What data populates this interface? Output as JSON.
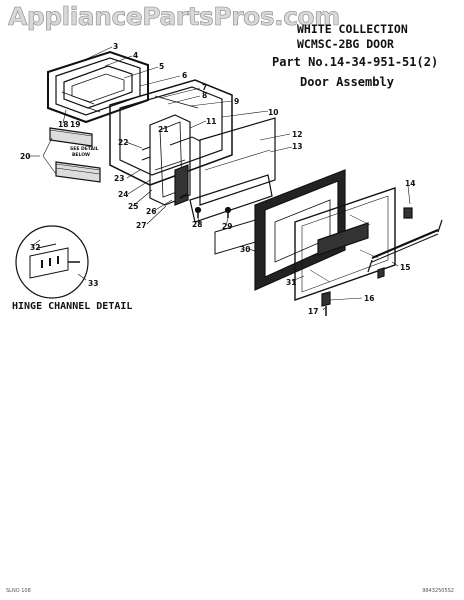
{
  "watermark": "AppliancePartsPros.com",
  "header": {
    "line1": "WHITE COLLECTION",
    "line2": "WCMSC-2BG DOOR",
    "line3": "Part No.14-34-951-51(2)",
    "line4": "Door Assembly"
  },
  "caption": "HINGE CHANNEL DETAIL",
  "detail_note": [
    "SEE DETAIL",
    "BELOW"
  ],
  "footer": "98432505S2",
  "footer_left": "SLNO 108",
  "callouts": [
    "3",
    "4",
    "5",
    "6",
    "7",
    "8",
    "9",
    "10",
    "11",
    "12",
    "13",
    "14",
    "15",
    "16",
    "17",
    "18",
    "19",
    "20",
    "21",
    "22",
    "23",
    "24",
    "25",
    "26",
    "27",
    "28",
    "29",
    "30",
    "31",
    "32",
    "33"
  ]
}
